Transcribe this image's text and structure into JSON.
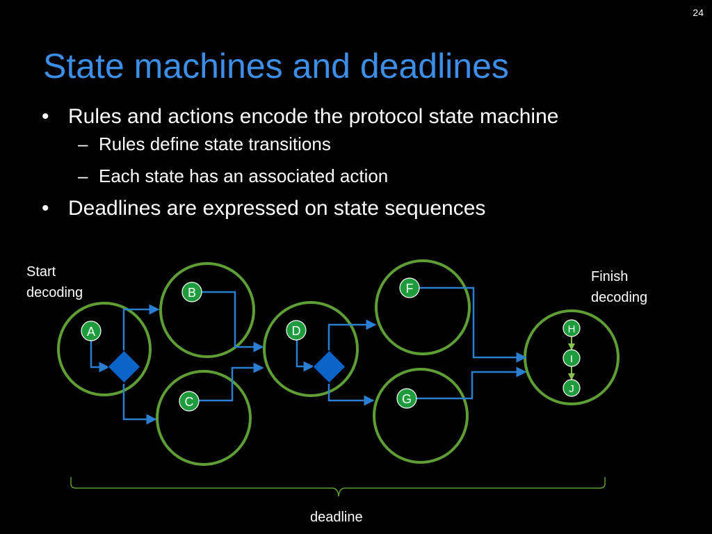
{
  "slide_number": "24",
  "title": "State machines and deadlines",
  "bullets": [
    {
      "text": "Rules and actions encode the protocol state machine",
      "subs": [
        "Rules define state transitions",
        "Each state has an associated action"
      ]
    },
    {
      "text": "Deadlines are expressed on state sequences",
      "subs": []
    }
  ],
  "bullet_glyph": "•",
  "sub_glyph": "–",
  "diagram": {
    "start_label": [
      "Start",
      "decoding"
    ],
    "finish_label": [
      "Finish",
      "decoding"
    ],
    "deadline_label": "deadline",
    "states": [
      "A",
      "B",
      "C",
      "D",
      "F",
      "G",
      "H",
      "I",
      "J"
    ],
    "colors": {
      "circle_stroke": "#5f9e35",
      "state_fill": "#1e9b3c",
      "arrow": "#2a7fd1",
      "diamond": "#0a64c8",
      "inner_arrow": "#8bc34a",
      "brace": "#5f9e35"
    }
  }
}
